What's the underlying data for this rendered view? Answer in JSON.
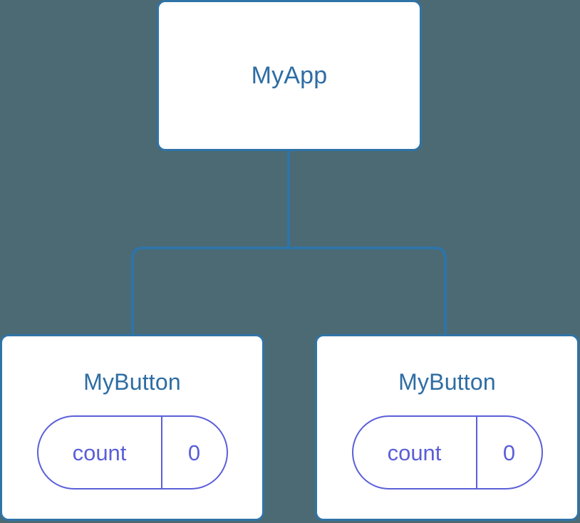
{
  "diagram": {
    "type": "component-tree",
    "background_color": "#4b6a73",
    "node_border_color": "#2f74a8",
    "node_text_color": "#2d6da3",
    "prop_color": "#5b5fd9",
    "connector_color": "#2f74a8"
  },
  "root": {
    "label": "MyApp"
  },
  "children": [
    {
      "label": "MyButton",
      "prop": {
        "key": "count",
        "value": "0"
      }
    },
    {
      "label": "MyButton",
      "prop": {
        "key": "count",
        "value": "0"
      }
    }
  ]
}
